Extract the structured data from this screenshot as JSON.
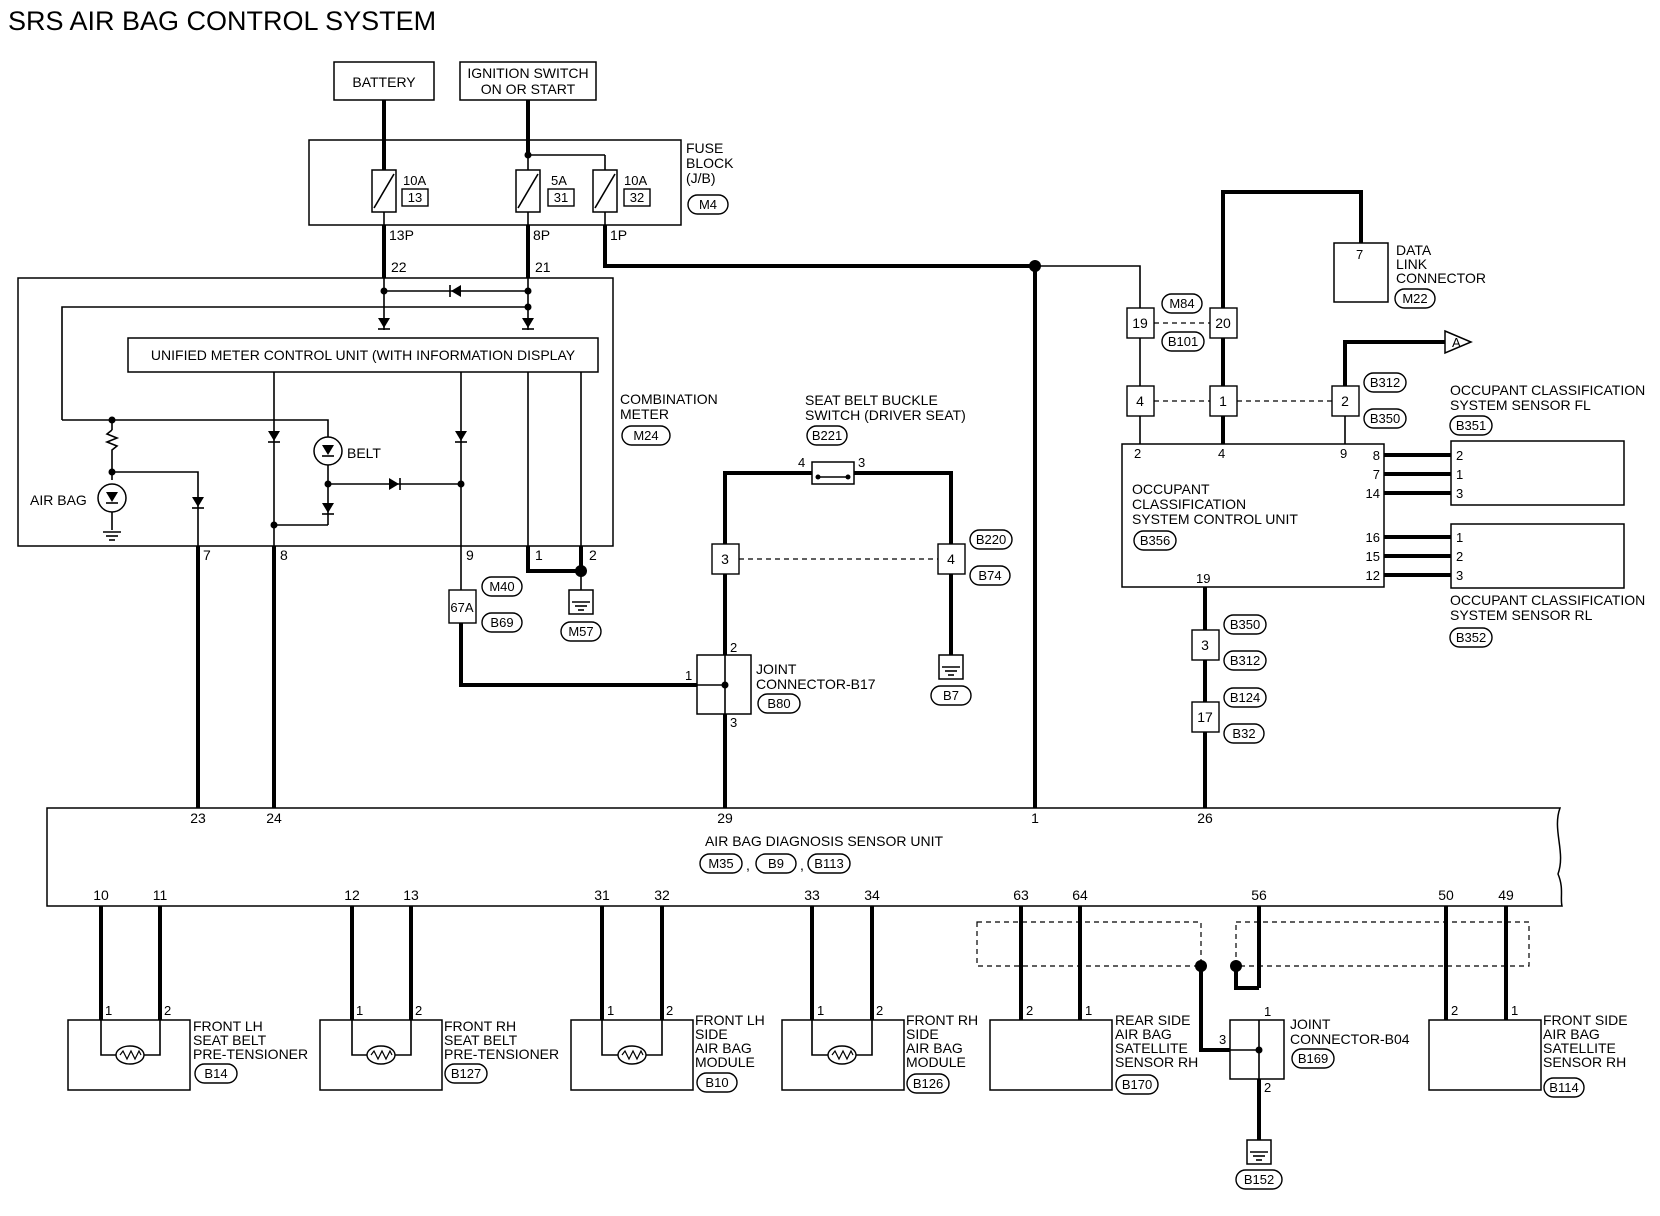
{
  "title": "SRS AIR BAG CONTROL SYSTEM",
  "power": {
    "battery": "BATTERY",
    "ignition_line1": "IGNITION SWITCH",
    "ignition_line2": "ON OR START"
  },
  "fuse_block": {
    "label_line1": "FUSE",
    "label_line2": "BLOCK",
    "label_line3": "(J/B)",
    "connector": "M4",
    "fuses": [
      {
        "amp": "10A",
        "num": "13",
        "pin": "13P"
      },
      {
        "amp": "5A",
        "num": "31",
        "pin": "8P"
      },
      {
        "amp": "10A",
        "num": "32",
        "pin": "1P"
      }
    ]
  },
  "combination_meter": {
    "label_line1": "COMBINATION",
    "label_line2": "METER",
    "connector": "M24",
    "unit_label": "UNIFIED METER CONTROL UNIT (WITH INFORMATION DISPLAY",
    "air_bag_lamp": "AIR BAG",
    "belt_lamp": "BELT",
    "pins_top": [
      "22",
      "21"
    ],
    "pins_bottom": [
      "7",
      "8",
      "9",
      "1",
      "2"
    ],
    "ground": "M57",
    "inline_connector": "67A",
    "inline_tags": [
      "M40",
      "B69"
    ]
  },
  "seat_belt_switch": {
    "label_line1": "SEAT BELT BUCKLE",
    "label_line2": "SWITCH (DRIVER SEAT)",
    "connector": "B221",
    "pins": [
      "4",
      "3"
    ],
    "inline_left": "3",
    "inline_right": "4",
    "inline_tags": [
      "B220",
      "B74"
    ],
    "ground": "B7"
  },
  "joint_b17": {
    "label_line1": "JOINT",
    "label_line2": "CONNECTOR-B17",
    "connector": "B80",
    "pins": [
      "1",
      "2",
      "3"
    ]
  },
  "data_link": {
    "label_line1": "DATA",
    "label_line2": "LINK",
    "label_line3": "CONNECTOR",
    "connector": "M22",
    "pin": "7",
    "inline_pins": [
      "19",
      "20"
    ],
    "inline_tags": [
      "M84",
      "B101"
    ],
    "arrow": "A"
  },
  "occupant_control_unit": {
    "label_line1": "OCCUPANT",
    "label_line2": "CLASSIFICATION",
    "label_line3": "SYSTEM CONTROL UNIT",
    "connector": "B356",
    "inline_pins": [
      "4",
      "1",
      "2"
    ],
    "inline_tags": [
      "B312",
      "B350"
    ],
    "top_pins": [
      "2",
      "4",
      "9"
    ],
    "right_pins": [
      "8",
      "7",
      "14",
      "16",
      "15",
      "12"
    ],
    "bottom_pin": "19",
    "chain": [
      {
        "pin": "3",
        "tags": [
          "B350",
          "B312"
        ]
      },
      {
        "pin": "17",
        "tags": [
          "B124",
          "B32"
        ]
      }
    ]
  },
  "sensor_fl": {
    "label_line1": "OCCUPANT CLASSIFICATION",
    "label_line2": "SYSTEM SENSOR FL",
    "connector": "B351",
    "pins": [
      "2",
      "1",
      "3"
    ]
  },
  "sensor_rl": {
    "label_line1": "OCCUPANT CLASSIFICATION",
    "label_line2": "SYSTEM SENSOR RL",
    "connector": "B352",
    "pins": [
      "1",
      "2",
      "3"
    ]
  },
  "diagnosis_unit": {
    "label": "AIR BAG DIAGNOSIS SENSOR UNIT",
    "connectors": [
      "M35",
      "B9",
      "B113"
    ],
    "separator": ",",
    "top_pins": [
      "23",
      "24",
      "29",
      "1",
      "26"
    ],
    "bottom_pins": [
      "10",
      "11",
      "12",
      "13",
      "31",
      "32",
      "33",
      "34",
      "63",
      "64",
      "56",
      "50",
      "49"
    ]
  },
  "components": [
    {
      "lines": [
        "FRONT LH",
        "SEAT BELT",
        "PRE-TENSIONER"
      ],
      "connector": "B14",
      "pins": [
        "1",
        "2"
      ]
    },
    {
      "lines": [
        "FRONT RH",
        "SEAT BELT",
        "PRE-TENSIONER"
      ],
      "connector": "B127",
      "pins": [
        "1",
        "2"
      ]
    },
    {
      "lines": [
        "FRONT LH",
        "SIDE",
        "AIR BAG",
        "MODULE"
      ],
      "connector": "B10",
      "pins": [
        "1",
        "2"
      ]
    },
    {
      "lines": [
        "FRONT RH",
        "SIDE",
        "AIR BAG",
        "MODULE"
      ],
      "connector": "B126",
      "pins": [
        "1",
        "2"
      ]
    },
    {
      "lines": [
        "REAR SIDE",
        "AIR BAG",
        "SATELLITE",
        "SENSOR RH"
      ],
      "connector": "B170",
      "pins": [
        "2",
        "1"
      ]
    },
    {
      "lines": [
        "FRONT SIDE",
        "AIR BAG",
        "SATELLITE",
        "SENSOR RH"
      ],
      "connector": "B114",
      "pins": [
        "2",
        "1"
      ]
    }
  ],
  "joint_b04": {
    "label_line1": "JOINT",
    "label_line2": "CONNECTOR-B04",
    "connector": "B169",
    "pins": [
      "1",
      "3",
      "2"
    ],
    "ground": "B152"
  }
}
